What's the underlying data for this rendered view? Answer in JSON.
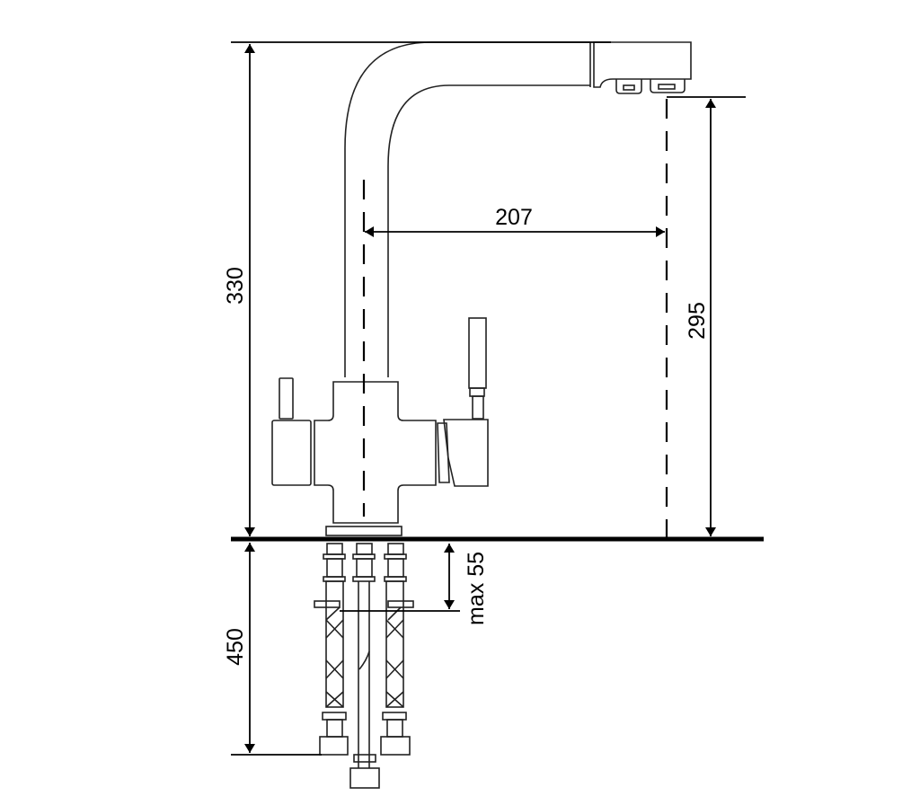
{
  "dimensions": {
    "total_height": "330",
    "spout_clearance": "295",
    "spout_reach": "207",
    "hose_length": "450",
    "max_countertop_thickness": "max 55"
  },
  "colors": {
    "line": "#000000",
    "background": "#ffffff"
  }
}
